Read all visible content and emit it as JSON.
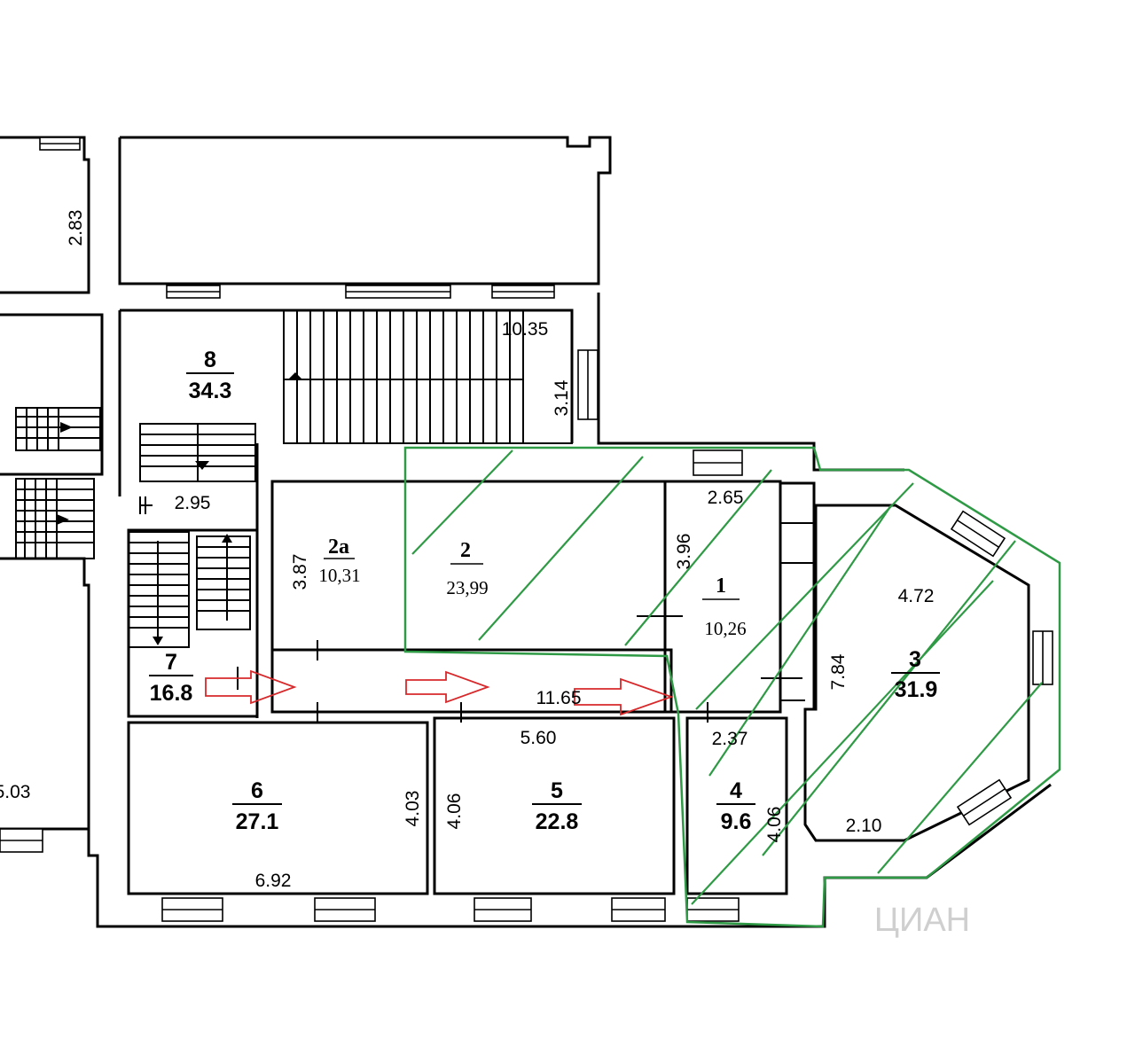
{
  "colors": {
    "highlight": "#2f9a45",
    "arrow": "#d7292b",
    "wall": "#000000"
  },
  "rooms": {
    "r8": {
      "number": "8",
      "area": "34.3"
    },
    "r2a": {
      "number": "2a",
      "area": "10,31"
    },
    "r2": {
      "number": "2",
      "area": "23,99"
    },
    "r1": {
      "number": "1",
      "area": "10,26"
    },
    "r3": {
      "number": "3",
      "area": "31.9"
    },
    "r7": {
      "number": "7",
      "area": "16.8"
    },
    "r6": {
      "number": "6",
      "area": "27.1"
    },
    "r5": {
      "number": "5",
      "area": "22.8"
    },
    "r4": {
      "number": "4",
      "area": "9.6"
    }
  },
  "dimensions": {
    "d_283": "2.83",
    "d_1035": "10.35",
    "d_314": "3.14",
    "d_295": "2.95",
    "d_387": "3.87",
    "d_396": "3.96",
    "d_265": "2.65",
    "d_472": "4.72",
    "d_784": "7.84",
    "d_1165": "11.65",
    "d_560": "5.60",
    "d_237": "2.37",
    "d_503": "5.03",
    "d_403": "4.03",
    "d_406a": "4.06",
    "d_406b": "4.06",
    "d_692": "6.92",
    "d_210": "2.10"
  },
  "watermark": "ЦИАН"
}
